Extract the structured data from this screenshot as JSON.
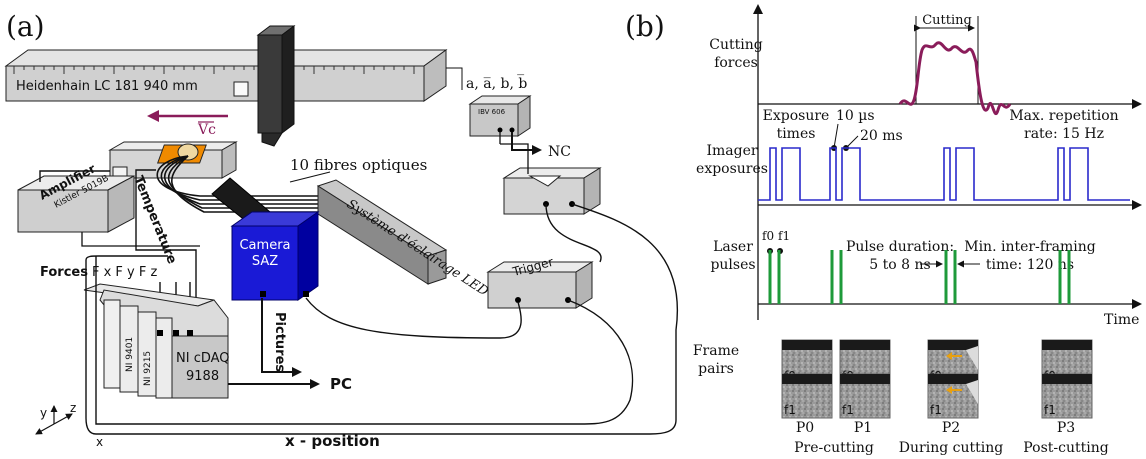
{
  "panel_a": {
    "label": "(a)",
    "ruler_label": "Heidenhain LC 181 940 mm",
    "vc_label": "Vc",
    "abb_label": "a, a̅, b, b̅",
    "ibv_label": "IBV 606",
    "nc_label": "NC",
    "fibres_label": "10 fibres optiques",
    "amplifier_label": "Amplifier",
    "amplifier_model": "Kistler 5019B",
    "temperature_label": "Temperature",
    "led_label": "Système d'éclairage LED",
    "camera_line1": "Camera",
    "camera_line2": "SAZ",
    "trigger_label": "Trigger",
    "forces_label": "Forces",
    "forces_components": "F x F y F z",
    "pictures_label": "Pictures",
    "ni9401": "NI 9401",
    "ni9215": "NI 9215",
    "cdaq_line1": "NI cDAQ",
    "cdaq_line2": "9188",
    "pc_label": "PC",
    "axis_y": "y",
    "axis_z": "z",
    "axis_x": "x",
    "xpos_label": "x - position"
  },
  "panel_b": {
    "label": "(b)",
    "rows": [
      {
        "line1": "Cutting",
        "line2": "forces"
      },
      {
        "line1": "Imager",
        "line2": "exposures"
      },
      {
        "line1": "Laser",
        "line2": "pulses"
      },
      {
        "line1": "Frame",
        "line2": "pairs"
      }
    ],
    "cutting_label": "Cutting",
    "max_rep_line1": "Max. repetition",
    "max_rep_line2": "rate: 15 Hz",
    "exposure_line1": "Exposure",
    "exposure_line2": "times",
    "exp_10us": "10 µs",
    "exp_20ms": "20 ms",
    "pulse_line1": "Pulse duration:",
    "pulse_line2": "5 to 8 ns",
    "interframe_line1": "Min. inter-framing",
    "interframe_line2": "time: 120 ns",
    "f0": "f0",
    "f1": "f1",
    "time_label": "Time",
    "pairs": [
      {
        "name": "P0",
        "phase": "Pre-cutting"
      },
      {
        "name": "P1",
        "phase": ""
      },
      {
        "name": "P2",
        "phase": "During cutting"
      },
      {
        "name": "P3",
        "phase": "Post-cutting"
      }
    ],
    "accent_force": "#8a1c5a",
    "accent_exposure": "#2a2acc",
    "accent_laser": "#1e9a3a",
    "accent_arrow": "#e8a010"
  }
}
